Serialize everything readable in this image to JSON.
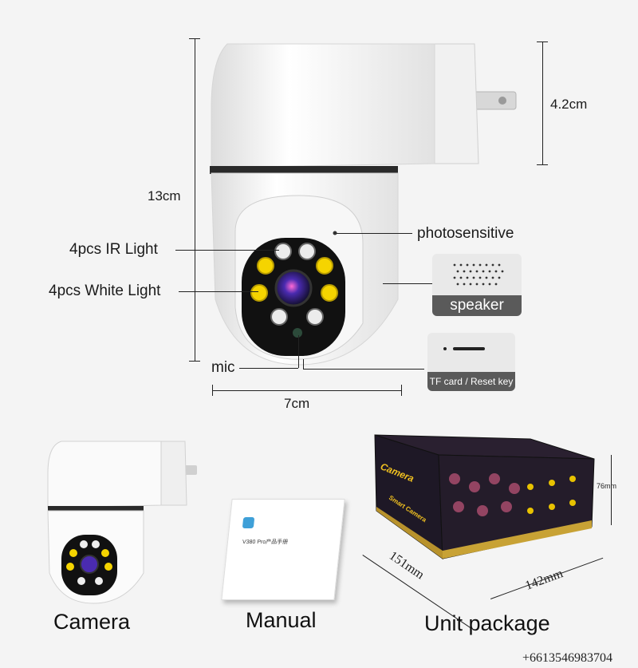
{
  "callouts": {
    "ir_light": "4pcs IR Light",
    "white_light": "4pcs White Light",
    "photosensitive": "photosensitive",
    "mic": "mic",
    "speaker": "speaker",
    "tf_card": "TF card / Reset key"
  },
  "dimensions": {
    "height": "13cm",
    "plug_height": "4.2cm",
    "width": "7cm",
    "box_length": "151mm",
    "box_width": "142mm",
    "box_height": "76mm"
  },
  "package": {
    "camera": "Camera",
    "manual": "Manual",
    "unit_package": "Unit package",
    "manual_title": "V380 Pro产品手册",
    "box_brand": "Camera",
    "box_sub": "Smart Camera"
  },
  "contact": {
    "phone": "+6613546983704"
  }
}
